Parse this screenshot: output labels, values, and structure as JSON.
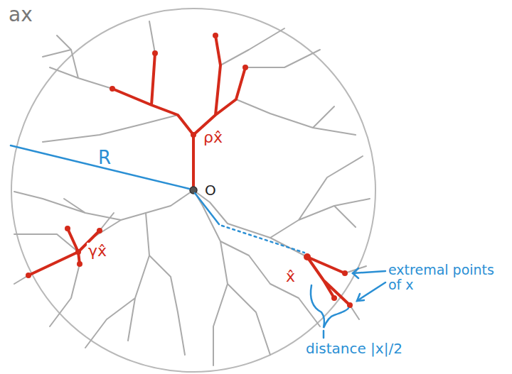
{
  "diagram": {
    "labels": [
      "ax",
      "R",
      "O",
      "ρx̂",
      "γx̂",
      "x̂",
      "extremal points of x",
      "distance |x|/2"
    ]
  }
}
